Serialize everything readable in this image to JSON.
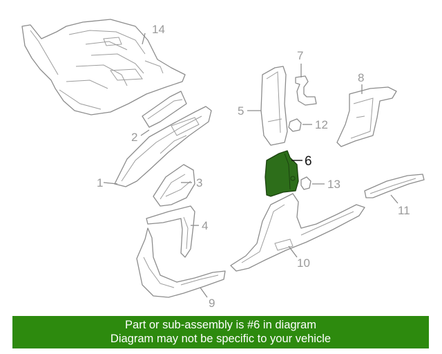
{
  "diagram": {
    "callouts": [
      {
        "id": "1",
        "label": "1"
      },
      {
        "id": "2",
        "label": "2"
      },
      {
        "id": "3",
        "label": "3"
      },
      {
        "id": "4",
        "label": "4"
      },
      {
        "id": "5",
        "label": "5"
      },
      {
        "id": "6",
        "label": "6",
        "highlighted": true
      },
      {
        "id": "7",
        "label": "7"
      },
      {
        "id": "8",
        "label": "8"
      },
      {
        "id": "9",
        "label": "9"
      },
      {
        "id": "10",
        "label": "10"
      },
      {
        "id": "11",
        "label": "11"
      },
      {
        "id": "12",
        "label": "12"
      },
      {
        "id": "13",
        "label": "13"
      },
      {
        "id": "14",
        "label": "14"
      }
    ],
    "highlight_color": "#2d6e1a",
    "line_color": "#8c8c8c"
  },
  "banner": {
    "line1": "Part or sub-assembly is #6 in diagram",
    "line2": "Diagram may not be specific to your vehicle",
    "background": "#2d8a0e"
  }
}
